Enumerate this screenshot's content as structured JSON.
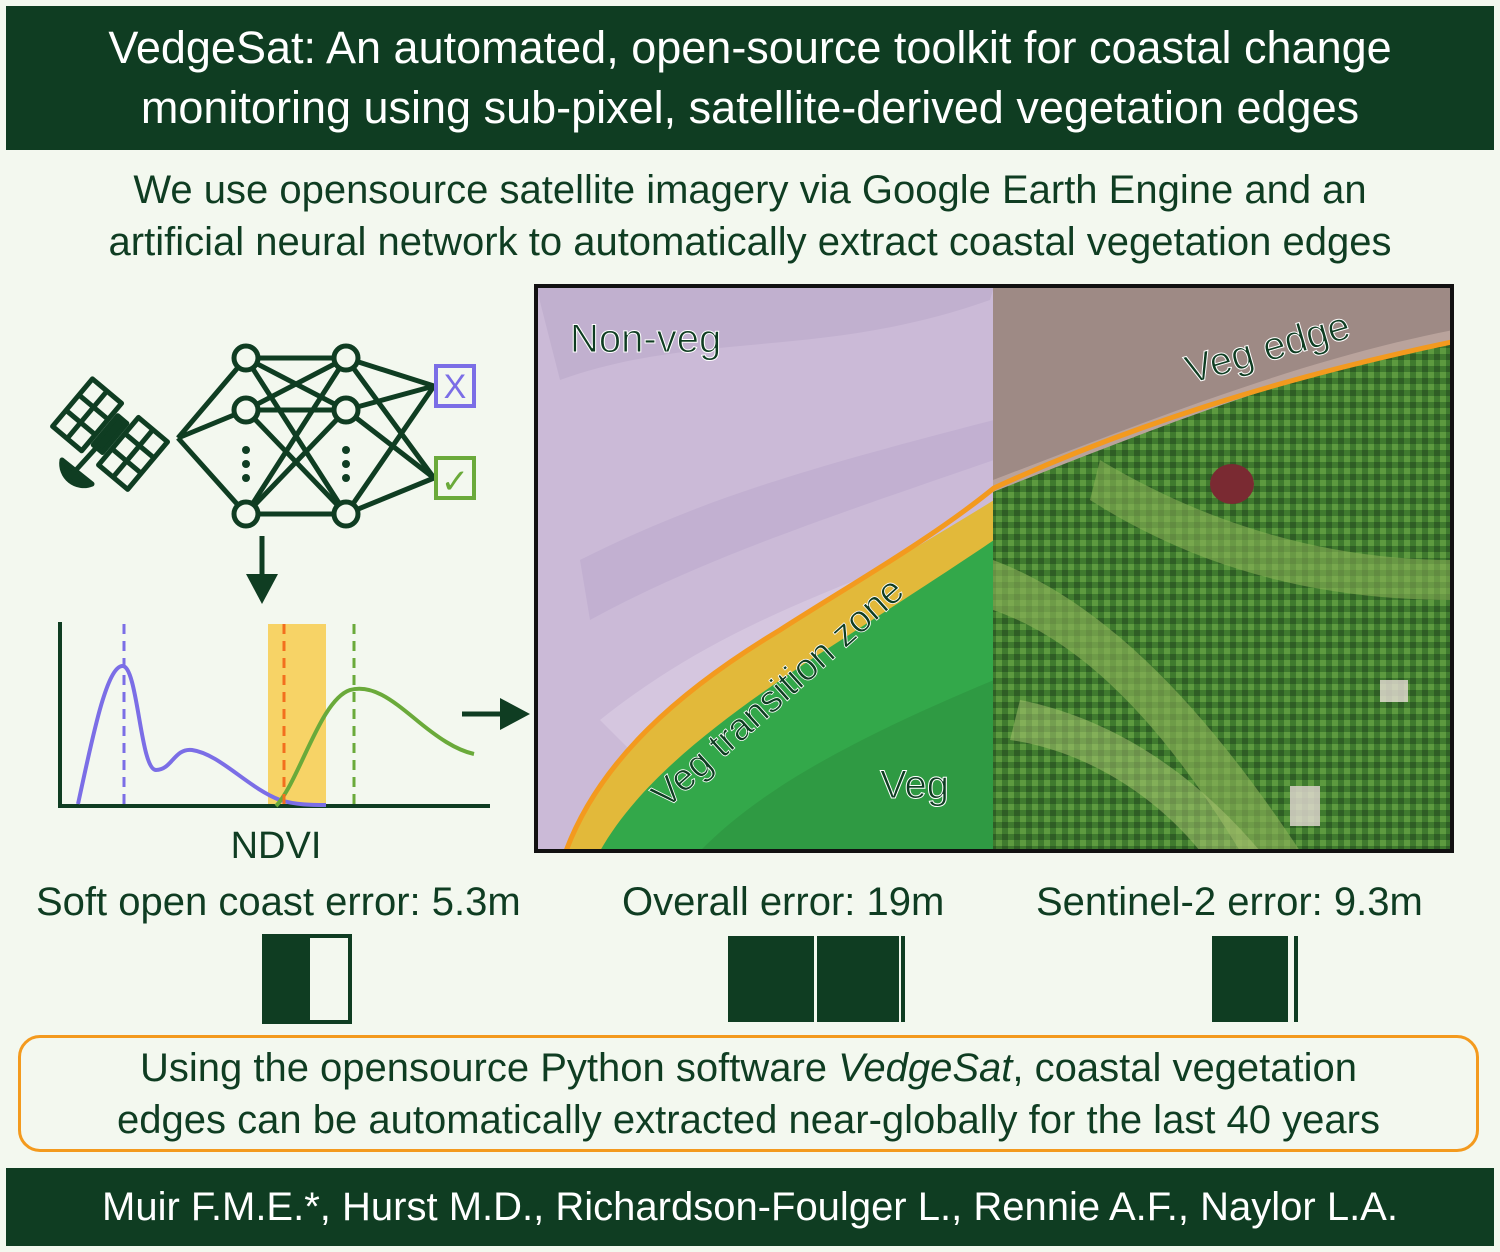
{
  "title": {
    "line1": "VedgeSat: An automated, open-source toolkit for coastal change",
    "line2": "monitoring using sub-pixel, satellite-derived vegetation edges"
  },
  "subtitle": {
    "line1": "We use opensource satellite imagery via Google Earth Engine and an",
    "line2": "artificial neural network to automatically extract coastal vegetation edges"
  },
  "classifier": {
    "reject_symbol": "X",
    "accept_symbol": "✓"
  },
  "histogram": {
    "xlabel": "NDVI"
  },
  "image_panel": {
    "label_nonveg": "Non-veg",
    "label_veg_edge": "Veg edge",
    "label_transition": "Veg transition zone",
    "label_veg": "Veg"
  },
  "stats": [
    {
      "label": "Soft open coast error: 5.3m",
      "value_m": 5.3
    },
    {
      "label": "Overall error: 19m",
      "value_m": 19
    },
    {
      "label": "Sentinel-2 error: 9.3m",
      "value_m": 9.3
    }
  ],
  "summary": {
    "line1_before": "Using the opensource Python software ",
    "line1_italic": "VedgeSat",
    "line1_after": ", coastal vegetation",
    "line2": "edges can be automatically extracted near-globally for the last 40 years"
  },
  "authors": "Muir F.M.E.*, Hurst M.D., Richardson-Foulger L., Rennie A.F., Naylor L.A.",
  "colors": {
    "dark_green": "#0f3d22",
    "background": "#f3f8ef",
    "non_veg_curve": "#7b6ee6",
    "veg_curve": "#6aaa3a",
    "threshold": "#f39a1e",
    "transition_band": "#f7d366",
    "veg_fill": "#33a84a",
    "non_veg_fill": "#cbbad7"
  }
}
